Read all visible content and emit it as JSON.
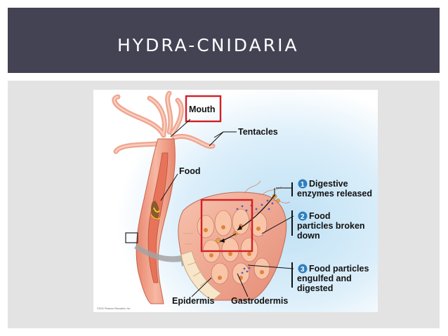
{
  "slide": {
    "title": "HYDRA-CNIDARIA"
  },
  "figure": {
    "labels": {
      "mouth": "Mouth",
      "tentacles": "Tentacles",
      "food": "Food",
      "epidermis": "Epidermis",
      "gastrodermis": "Gastrodermis"
    },
    "steps": [
      {
        "number": "1",
        "line1": "Digestive",
        "line2": "enzymes released",
        "line3": ""
      },
      {
        "number": "2",
        "line1": "Food",
        "line2": "particles broken",
        "line3": "down"
      },
      {
        "number": "3",
        "line1": "Food particles",
        "line2": "engulfed and",
        "line3": "digested"
      }
    ],
    "copyright": "©2011 Pearson Education, Inc.",
    "colors": {
      "highlight_box": "#d21f26",
      "step_badge": "#2f7fc1",
      "tissue_pink": "#f2a08a",
      "background_blue": "#cfe8f6"
    }
  }
}
